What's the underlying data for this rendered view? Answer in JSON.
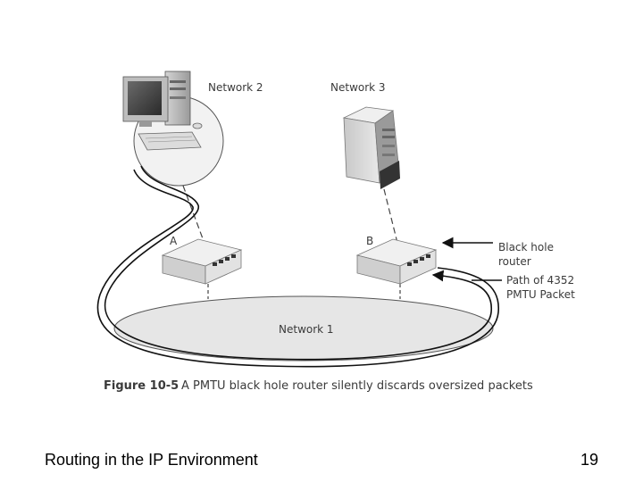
{
  "diagram": {
    "labels": {
      "network2": "Network 2",
      "network3": "Network 3",
      "network1": "Network 1",
      "router_a": "A",
      "router_b": "B",
      "black_hole_line1": "Black hole",
      "black_hole_line2": "router",
      "path_line1": "Path of 4352",
      "path_line2": "PMTU Packet"
    },
    "caption": {
      "number": "Figure 10-5",
      "text": "A PMTU black hole router silently discards oversized packets"
    },
    "icons": [
      "desktop-computer-icon",
      "server-icon",
      "router-icon"
    ]
  },
  "footer": {
    "title": "Routing in the IP Environment",
    "page_number": "19"
  }
}
